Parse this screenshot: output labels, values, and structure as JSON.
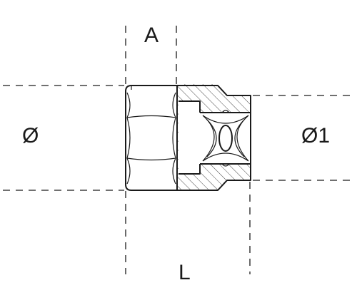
{
  "labels": {
    "a": "A",
    "diameter": "Ø",
    "diameter1": "Ø1",
    "length": "L"
  }
}
